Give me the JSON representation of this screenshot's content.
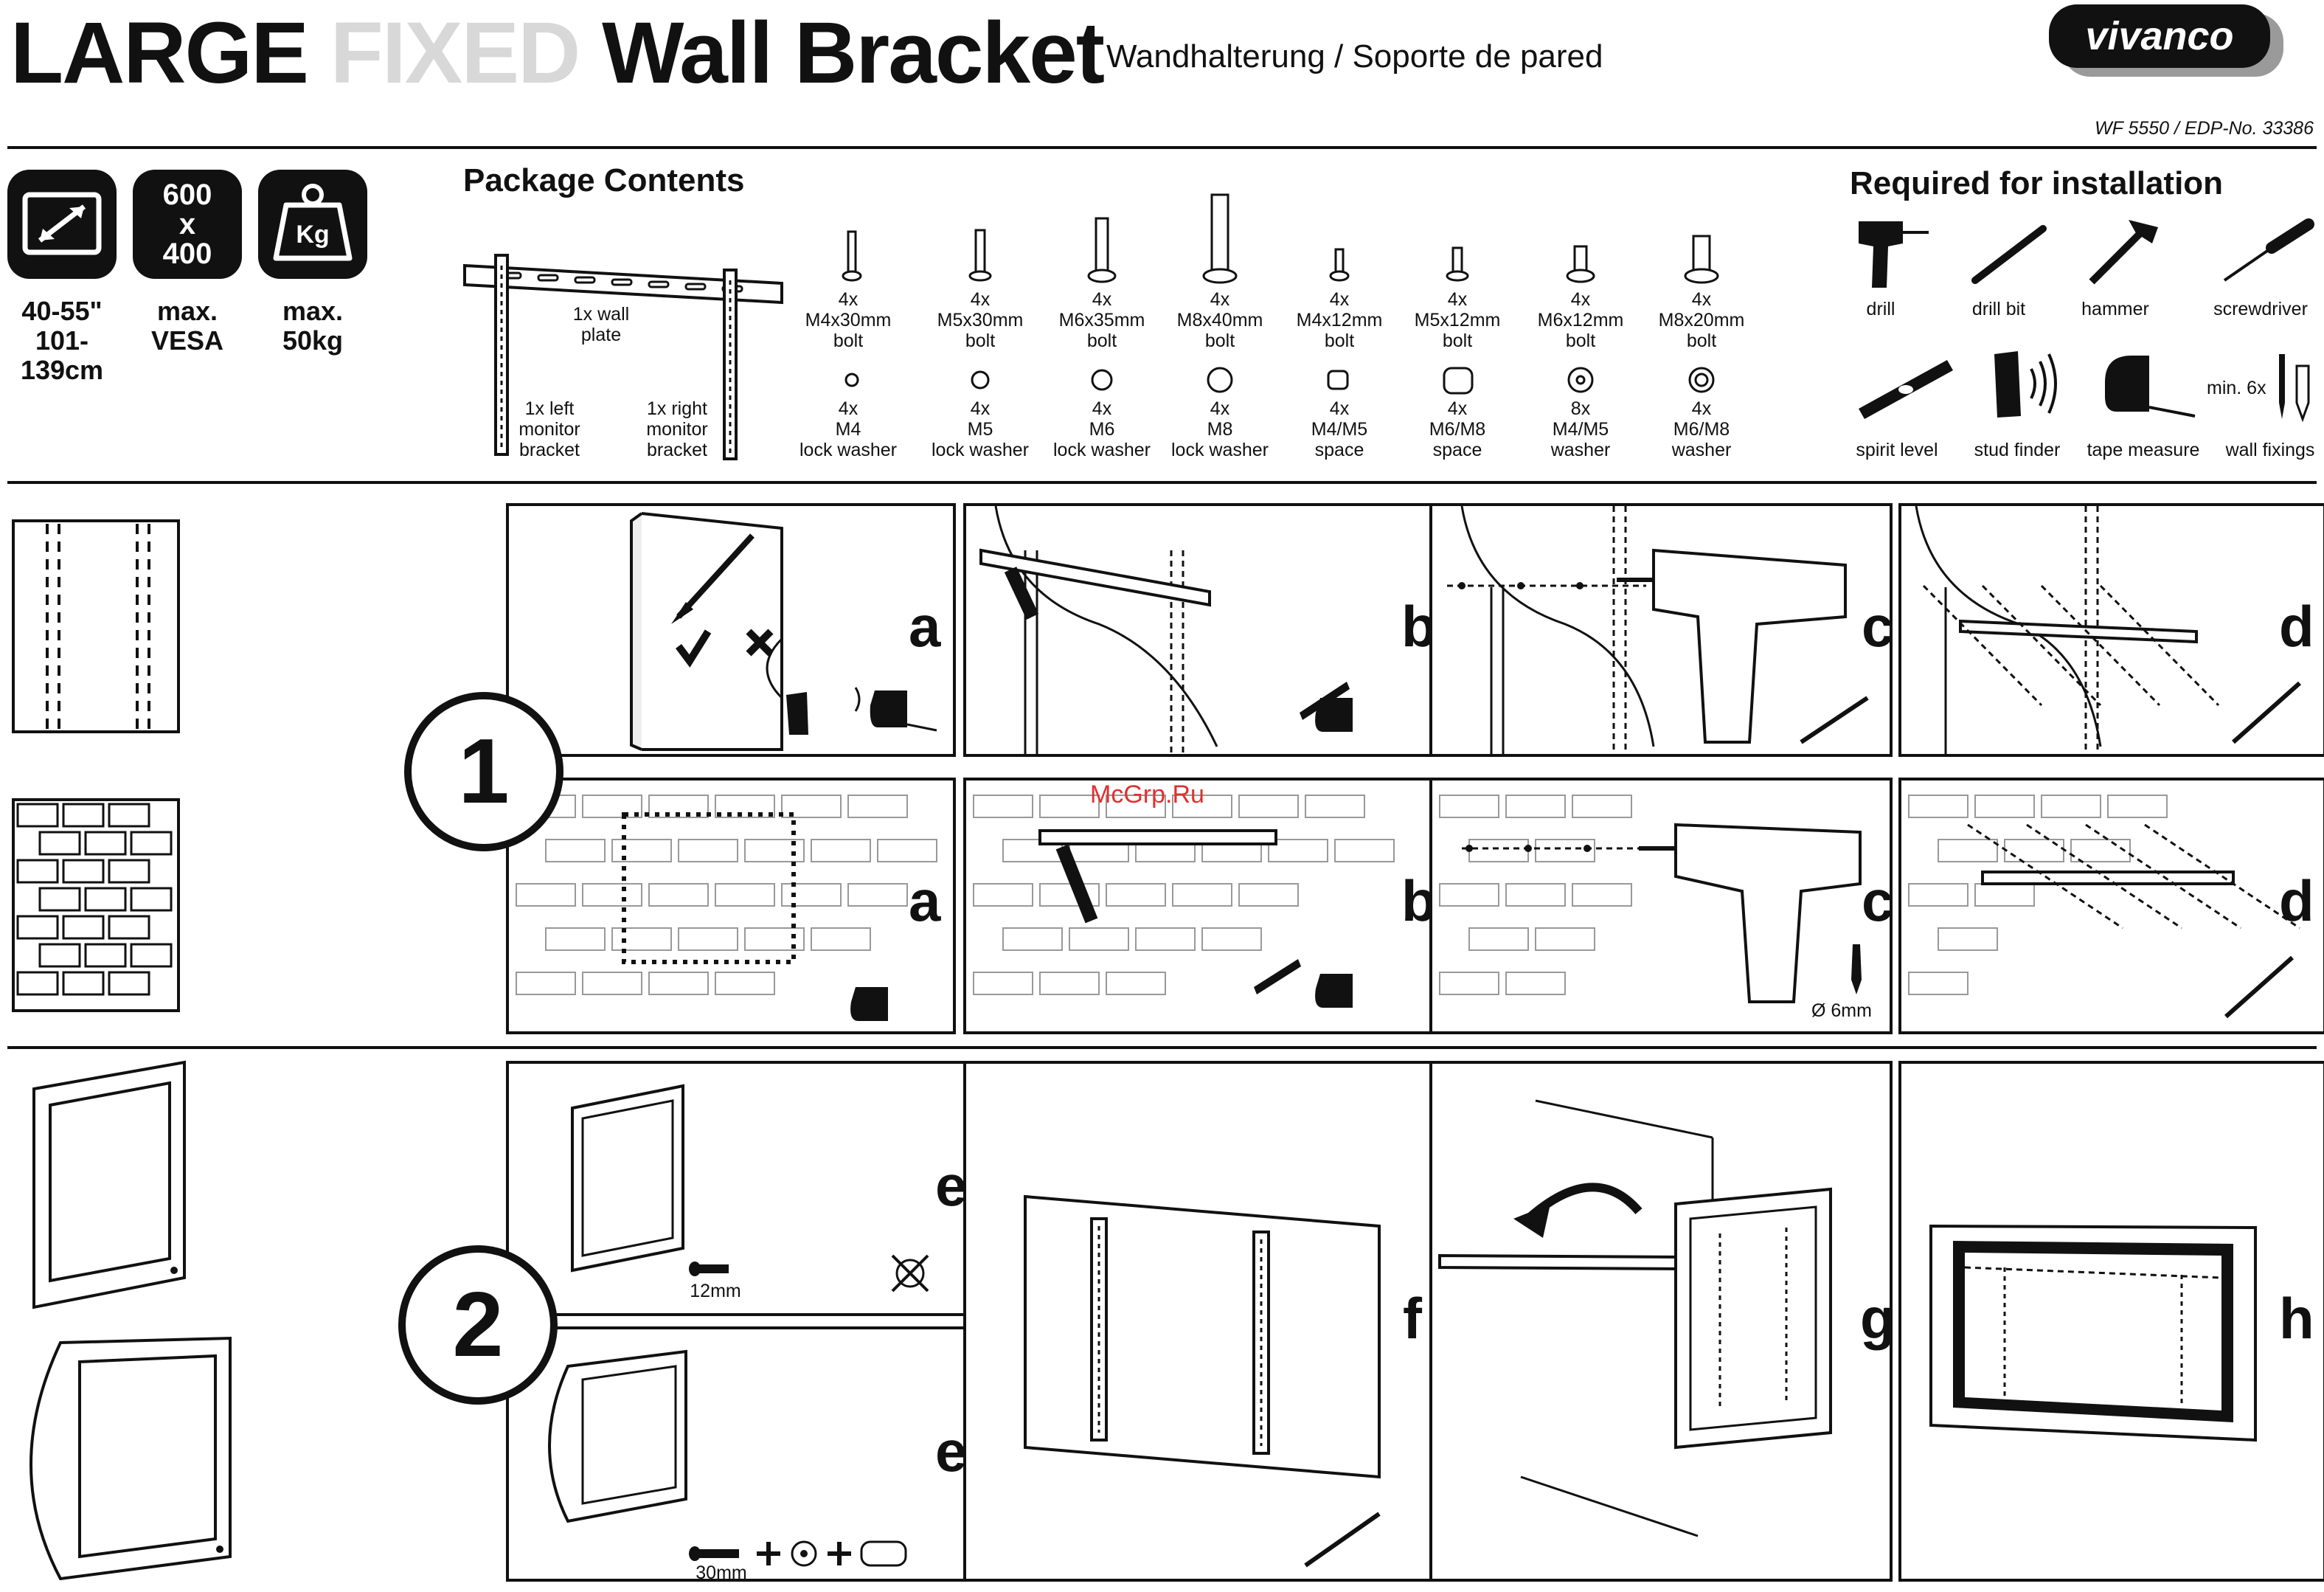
{
  "header": {
    "title_large": "LARGE",
    "title_fixed": "FIXED",
    "title_rest": "Wall Bracket",
    "subtitle": "Wandhalterung / Soporte de pared",
    "logo": "vivanco",
    "model": "WF 5550 / EDP-No. 33386"
  },
  "specs": {
    "badge_vesa_1": "600",
    "badge_vesa_2": "x",
    "badge_vesa_3": "400",
    "badge_weight": "Kg",
    "size_1": "40-55\"",
    "size_2": "101-139cm",
    "vesa_1": "max.",
    "vesa_2": "VESA",
    "weight_1": "max.",
    "weight_2": "50kg"
  },
  "package": {
    "heading": "Package Contents",
    "wall_plate": [
      "1x wall",
      "plate"
    ],
    "left_bracket": [
      "1x left",
      "monitor",
      "bracket"
    ],
    "right_bracket": [
      "1x right",
      "monitor",
      "bracket"
    ],
    "bolts": [
      [
        "4x",
        "M4x30mm",
        "bolt"
      ],
      [
        "4x",
        "M5x30mm",
        "bolt"
      ],
      [
        "4x",
        "M6x35mm",
        "bolt"
      ],
      [
        "4x",
        "M8x40mm",
        "bolt"
      ],
      [
        "4x",
        "M4x12mm",
        "bolt"
      ],
      [
        "4x",
        "M5x12mm",
        "bolt"
      ],
      [
        "4x",
        "M6x12mm",
        "bolt"
      ],
      [
        "4x",
        "M8x20mm",
        "bolt"
      ]
    ],
    "washers": [
      [
        "4x",
        "M4",
        "lock washer"
      ],
      [
        "4x",
        "M5",
        "lock washer"
      ],
      [
        "4x",
        "M6",
        "lock washer"
      ],
      [
        "4x",
        "M8",
        "lock washer"
      ],
      [
        "4x",
        "M4/M5",
        "space"
      ],
      [
        "4x",
        "M6/M8",
        "space"
      ],
      [
        "8x",
        "M4/M5",
        "washer"
      ],
      [
        "4x",
        "M6/M8",
        "washer"
      ]
    ]
  },
  "required": {
    "heading": "Required for installation",
    "tools": [
      "drill",
      "drill bit",
      "hammer",
      "screwdriver",
      "spirit level",
      "stud finder",
      "tape measure",
      "wall fixings"
    ],
    "min": "min. 6x"
  },
  "steps": {
    "one": "1",
    "two": "2",
    "a": "a",
    "b": "b",
    "c": "c",
    "d": "d",
    "e": "e",
    "f": "f",
    "g": "g",
    "h": "h",
    "watermark": "McGrp.Ru",
    "drill_size": "Ø 6mm",
    "bolt_12": "12mm",
    "bolt_30": "30mm"
  }
}
